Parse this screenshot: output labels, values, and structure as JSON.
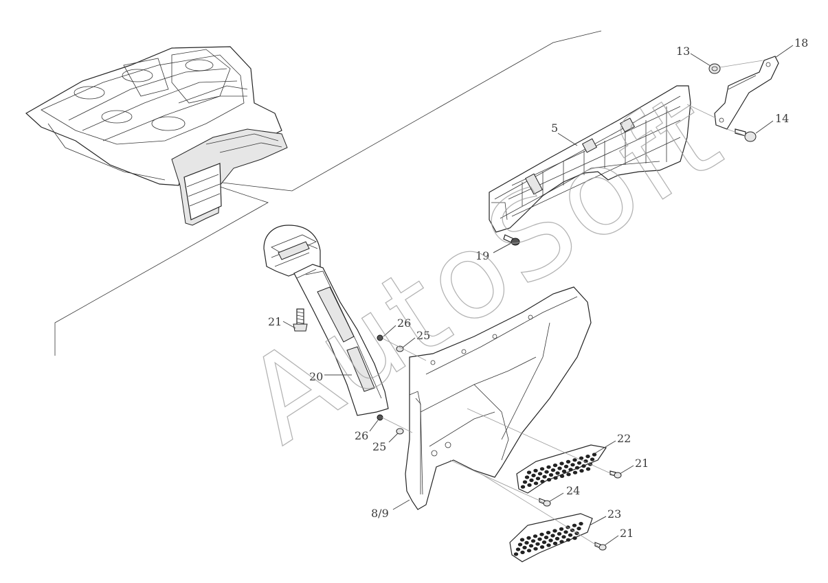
{
  "watermark": "AutoSoft",
  "callouts": {
    "c13": "13",
    "c18": "18",
    "c14": "14",
    "c5": "5",
    "c19": "19",
    "c21a": "21",
    "c26a": "26",
    "c25a": "25",
    "c20": "20",
    "c26b": "26",
    "c25b": "25",
    "c22": "22",
    "c21b": "21",
    "c24": "24",
    "c8_9": "8/9",
    "c23": "23",
    "c21c": "21"
  }
}
